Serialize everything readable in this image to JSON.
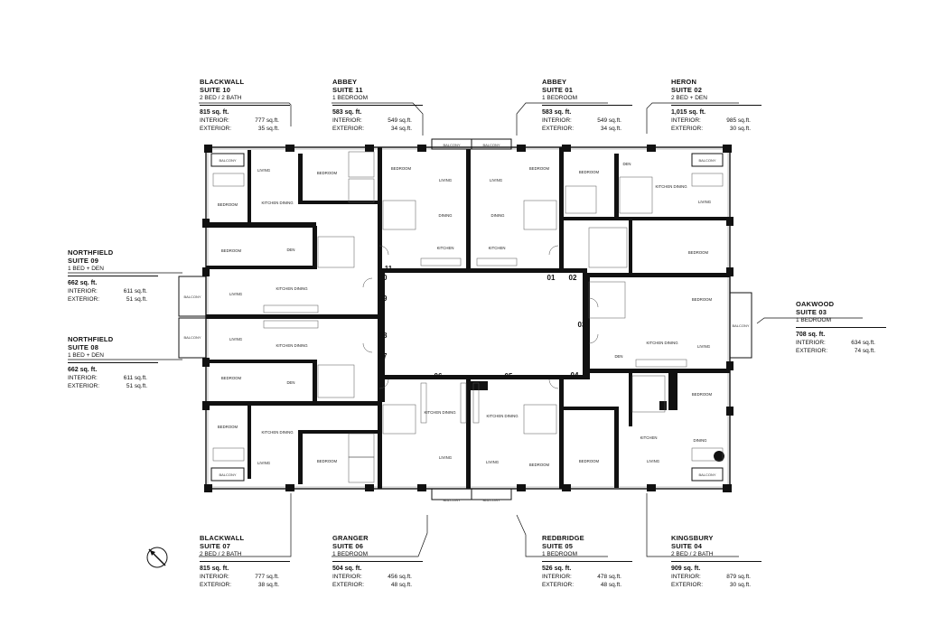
{
  "suites": {
    "s10": {
      "name": "BLACKWALL",
      "suite": "SUITE  10",
      "type": "2 BED / 2 BATH",
      "total": "815 sq. ft.",
      "interior_label": "INTERIOR:",
      "interior": "777 sq.ft.",
      "exterior_label": "EXTERIOR:",
      "exterior": "35 sq.ft."
    },
    "s11": {
      "name": "ABBEY",
      "suite": "SUITE  11",
      "type": "1 BEDROOM",
      "total": "583 sq. ft.",
      "interior_label": "INTERIOR:",
      "interior": "549 sq.ft.",
      "exterior_label": "EXTERIOR:",
      "exterior": "34 sq.ft."
    },
    "s01": {
      "name": "ABBEY",
      "suite": "SUITE  01",
      "type": "1 BEDROOM",
      "total": "583 sq. ft.",
      "interior_label": "INTERIOR:",
      "interior": "549 sq.ft.",
      "exterior_label": "EXTERIOR:",
      "exterior": "34 sq.ft."
    },
    "s02": {
      "name": "HERON",
      "suite": "SUITE  02",
      "type": "2 BED + DEN",
      "total": "1,015 sq. ft.",
      "interior_label": "INTERIOR:",
      "interior": "985 sq.ft.",
      "exterior_label": "EXTERIOR:",
      "exterior": "30 sq.ft."
    },
    "s09": {
      "name": "NORTHFIELD",
      "suite": "SUITE  09",
      "type": "1 BED + DEN",
      "total": "662 sq. ft.",
      "interior_label": "INTERIOR:",
      "interior": "611 sq.ft.",
      "exterior_label": "EXTERIOR:",
      "exterior": "51 sq.ft."
    },
    "s08": {
      "name": "NORTHFIELD",
      "suite": "SUITE  08",
      "type": "1 BED + DEN",
      "total": "662 sq. ft.",
      "interior_label": "INTERIOR:",
      "interior": "611 sq.ft.",
      "exterior_label": "EXTERIOR:",
      "exterior": "51 sq.ft."
    },
    "s03": {
      "name": "OAKWOOD",
      "suite": "SUITE  03",
      "type": "1 BEDROOM",
      "total": "708 sq. ft.",
      "interior_label": "INTERIOR:",
      "interior": "634 sq.ft.",
      "exterior_label": "EXTERIOR:",
      "exterior": "74 sq.ft."
    },
    "s07": {
      "name": "BLACKWALL",
      "suite": "SUITE  07",
      "type": "2 BED / 2 BATH",
      "total": "815 sq. ft.",
      "interior_label": "INTERIOR:",
      "interior": "777 sq.ft.",
      "exterior_label": "EXTERIOR:",
      "exterior": "38 sq.ft."
    },
    "s06": {
      "name": "GRANGER",
      "suite": "SUITE  06",
      "type": "1 BEDROOM",
      "total": "504 sq. ft.",
      "interior_label": "INTERIOR:",
      "interior": "456 sq.ft.",
      "exterior_label": "EXTERIOR:",
      "exterior": "48 sq.ft."
    },
    "s05": {
      "name": "REDBRIDGE",
      "suite": "SUITE  05",
      "type": "1 BEDROOM",
      "total": "526 sq. ft.",
      "interior_label": "INTERIOR:",
      "interior": "478 sq.ft.",
      "exterior_label": "EXTERIOR:",
      "exterior": "48 sq.ft."
    },
    "s04": {
      "name": "KINGSBURY",
      "suite": "SUITE  04",
      "type": "2 BED / 2 BATH",
      "total": "909 sq. ft.",
      "interior_label": "INTERIOR:",
      "interior": "879 sq.ft.",
      "exterior_label": "EXTERIOR:",
      "exterior": "30 sq.ft."
    }
  },
  "suite_numbers": {
    "n01": "01",
    "n02": "02",
    "n03": "03",
    "n04": "04",
    "n05": "05",
    "n06": "06",
    "n07": "07",
    "n08": "08",
    "n09": "09",
    "n10": "10",
    "n11": "11"
  },
  "rooms": {
    "balcony": "BALCONY",
    "living": "LIVING",
    "bedroom": "BEDROOM",
    "kitchen_dining": "KITCHEN DINING",
    "dining": "DINING",
    "kitchen": "KITCHEN",
    "den": "DEN"
  },
  "north_icon": "north-arrow-icon"
}
